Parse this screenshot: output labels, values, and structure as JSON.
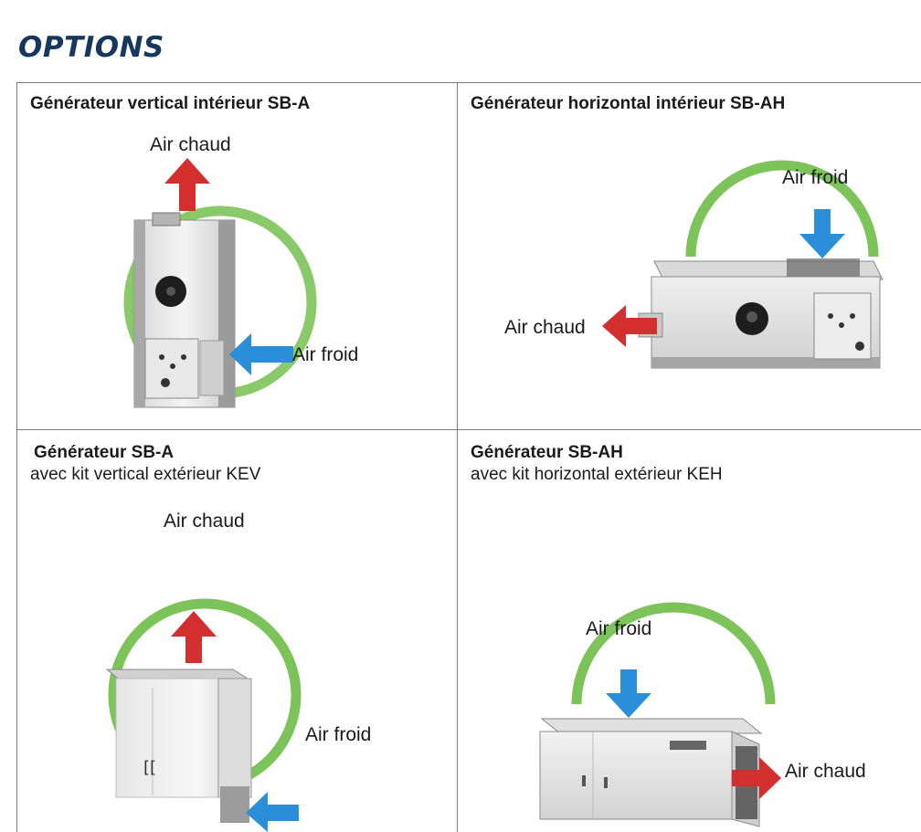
{
  "page": {
    "title": "OPTIONS"
  },
  "cells": [
    {
      "heading": "Générateur vertical intérieur SB-A",
      "subtitle": "",
      "labels": {
        "hot": "Air chaud",
        "cold": "Air froid"
      }
    },
    {
      "heading": "Générateur horizontal intérieur SB-AH",
      "subtitle": "",
      "labels": {
        "hot": "Air chaud",
        "cold": "Air froid"
      }
    },
    {
      "heading": "Générateur SB-A",
      "subtitle": "avec kit vertical extérieur KEV",
      "labels": {
        "hot": "Air chaud",
        "cold": "Air froid"
      }
    },
    {
      "heading": "Générateur SB-AH",
      "subtitle": "avec kit horizontal extérieur KEH",
      "labels": {
        "hot": "Air chaud",
        "cold": "Air froid"
      }
    }
  ],
  "colors": {
    "title": "#17375e",
    "hot_arrow": "#d32f2f",
    "cold_arrow": "#2a8fd8",
    "ring": "#7cc35a"
  }
}
